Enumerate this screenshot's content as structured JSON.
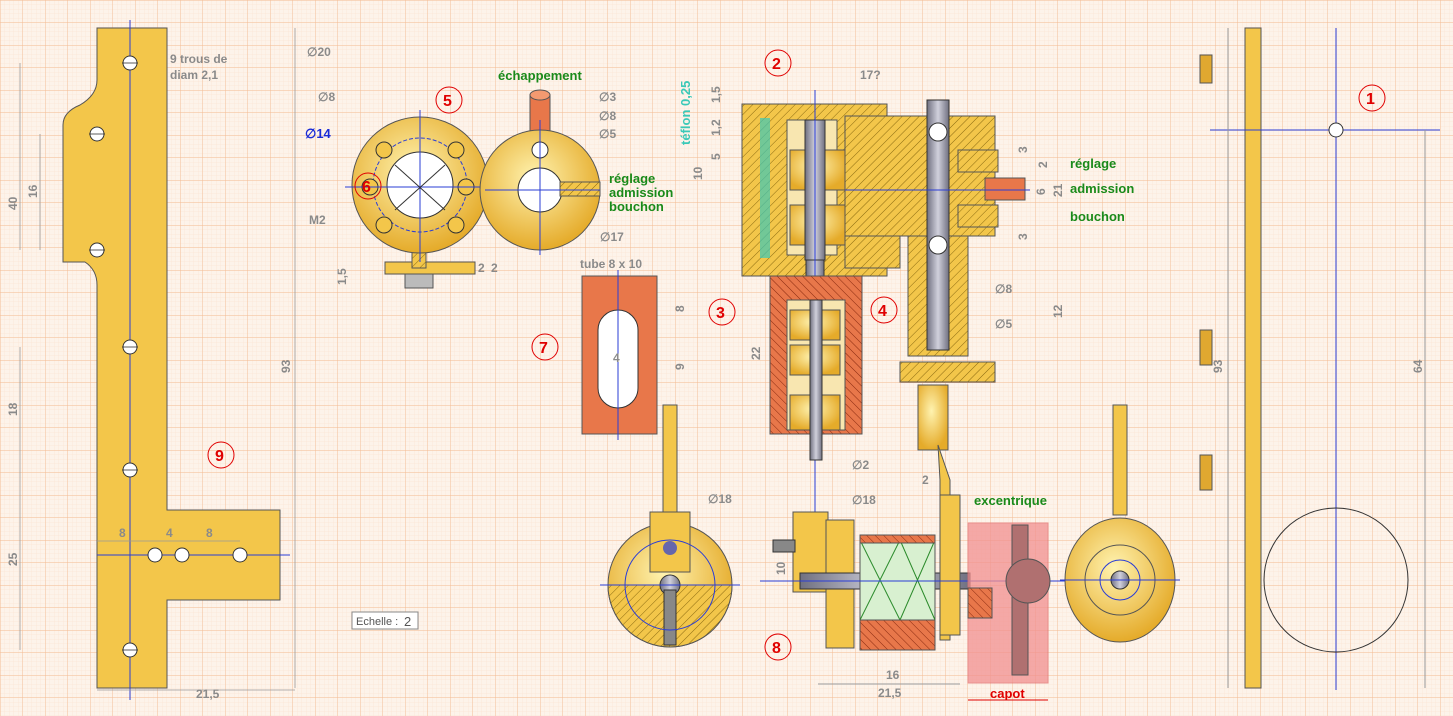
{
  "part_numbers": [
    "1",
    "2",
    "3",
    "4",
    "5",
    "6",
    "7",
    "8",
    "9"
  ],
  "labels": {
    "holes": "9 trous de",
    "holes2": "diam 2,1",
    "exhaust": "échappement",
    "teflon": "téflon 0,25",
    "tube": "tube 8 x 10",
    "reglage": "réglage",
    "admission": "admission",
    "bouchon": "bouchon",
    "excentrique": "excentrique",
    "capot": "capot",
    "scale_label": "Echelle :",
    "scale_value": "2",
    "m2": "M2"
  },
  "dimensions": {
    "d20": "∅20",
    "d8a": "∅8",
    "d14": "∅14",
    "d3": "∅3",
    "d8b": "∅8",
    "d5": "∅5",
    "d17": "∅17",
    "d2": "∅2",
    "d18a": "∅18",
    "d18b": "∅18",
    "d8c": "∅8",
    "d5b": "∅5",
    "v40": "40",
    "v16": "16",
    "v18": "18",
    "v25": "25",
    "v93a": "93",
    "v93b": "93",
    "v64": "64",
    "h8a": "8",
    "h4": "4",
    "h8b": "8",
    "h21_5a": "21,5",
    "h21_5b": "21,5",
    "h16": "16",
    "h17q": "17?",
    "v1_5": "1,5",
    "v2a": "2",
    "v2b": "2",
    "v8": "8",
    "v9": "9",
    "h4b": "4",
    "v22": "22",
    "v12": "12",
    "v1_5b": "1,5",
    "v1_2": "1,2",
    "v5": "5",
    "v10": "10",
    "v3a": "3",
    "v2c": "2",
    "v6": "6",
    "v21": "21",
    "v3b": "3",
    "h2": "2",
    "v10b": "10"
  },
  "colors": {
    "paper": "#fdf3ea",
    "grid_major": "#f3b98f",
    "grid_minor": "#fbe0cc",
    "brass": "#f3c64a",
    "copper": "#e8774a",
    "red_label": "#e00000",
    "green_label": "#1a8a1a",
    "axis": "#2a3dd6",
    "capot": "#f29090"
  }
}
